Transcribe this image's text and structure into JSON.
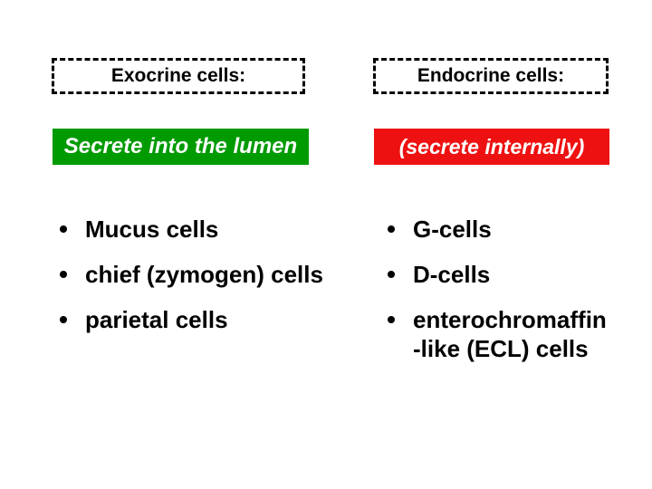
{
  "slide": {
    "background": "#FFFFFF",
    "text_color": "#000000",
    "columns": [
      {
        "id": "exocrine",
        "header": "Exocrine cells:",
        "banner": {
          "text": "Secrete into the lumen",
          "color": "#009B00",
          "text_color": "#FFFFFF"
        },
        "bullets": [
          "Mucus cells",
          "chief (zymogen) cells",
          "parietal cells"
        ]
      },
      {
        "id": "endocrine",
        "header": "Endocrine cells:",
        "banner": {
          "text": "(secrete internally)",
          "color": "#EE1111",
          "text_color": "#FFFFFF"
        },
        "bullets": [
          "G-cells",
          "D-cells",
          "enterochromaffin\n-like (ECL) cells"
        ]
      }
    ]
  }
}
